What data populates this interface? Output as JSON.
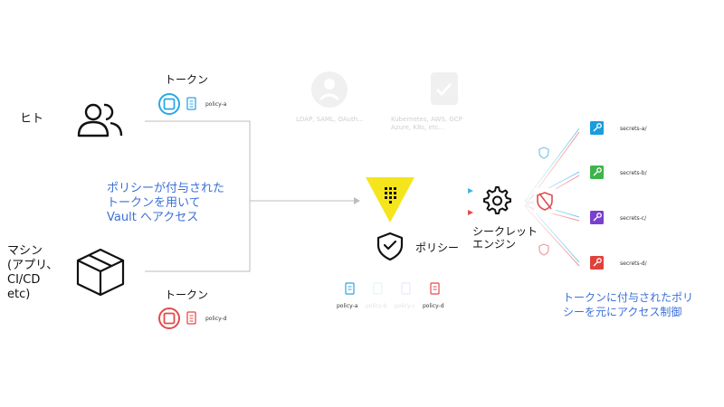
{
  "actors": {
    "human": "ヒト",
    "machine": "マシン\n(アプリ、\nCI/CD\netc)"
  },
  "tokens": {
    "top": {
      "title": "トークン",
      "policy": "policy-a"
    },
    "bottom": {
      "title": "トークン",
      "policy": "policy-d"
    }
  },
  "faded": {
    "auth_methods": "LDAP, SAML, OAuth...",
    "cloud_auth": "Kubernetes, AWS, GCP\nAzure, K8s, etc..."
  },
  "access_note": "ポリシーが付与された\nトークンを用いて\nVault へアクセス",
  "policy_label": "ポリシー",
  "policy_chips": [
    "policy-a",
    "policy-b",
    "policy-c",
    "policy-d"
  ],
  "engine_label": "シークレット\nエンジン",
  "secrets": [
    {
      "label": "secrets-a/",
      "color": "#1a9ddc"
    },
    {
      "label": "secrets-b/",
      "color": "#3cb54a"
    },
    {
      "label": "secrets-c/",
      "color": "#7a3fcf"
    },
    {
      "label": "secrets-d/",
      "color": "#e0413b"
    }
  ],
  "control_note": "トークンに付与されたポリ\nシーを元にアクセス制御",
  "colors": {
    "token_a": "#2aa7e3",
    "token_d": "#e24b4b",
    "vault_yellow": "#f5e51c",
    "accent_blue": "#3b6fd8"
  }
}
